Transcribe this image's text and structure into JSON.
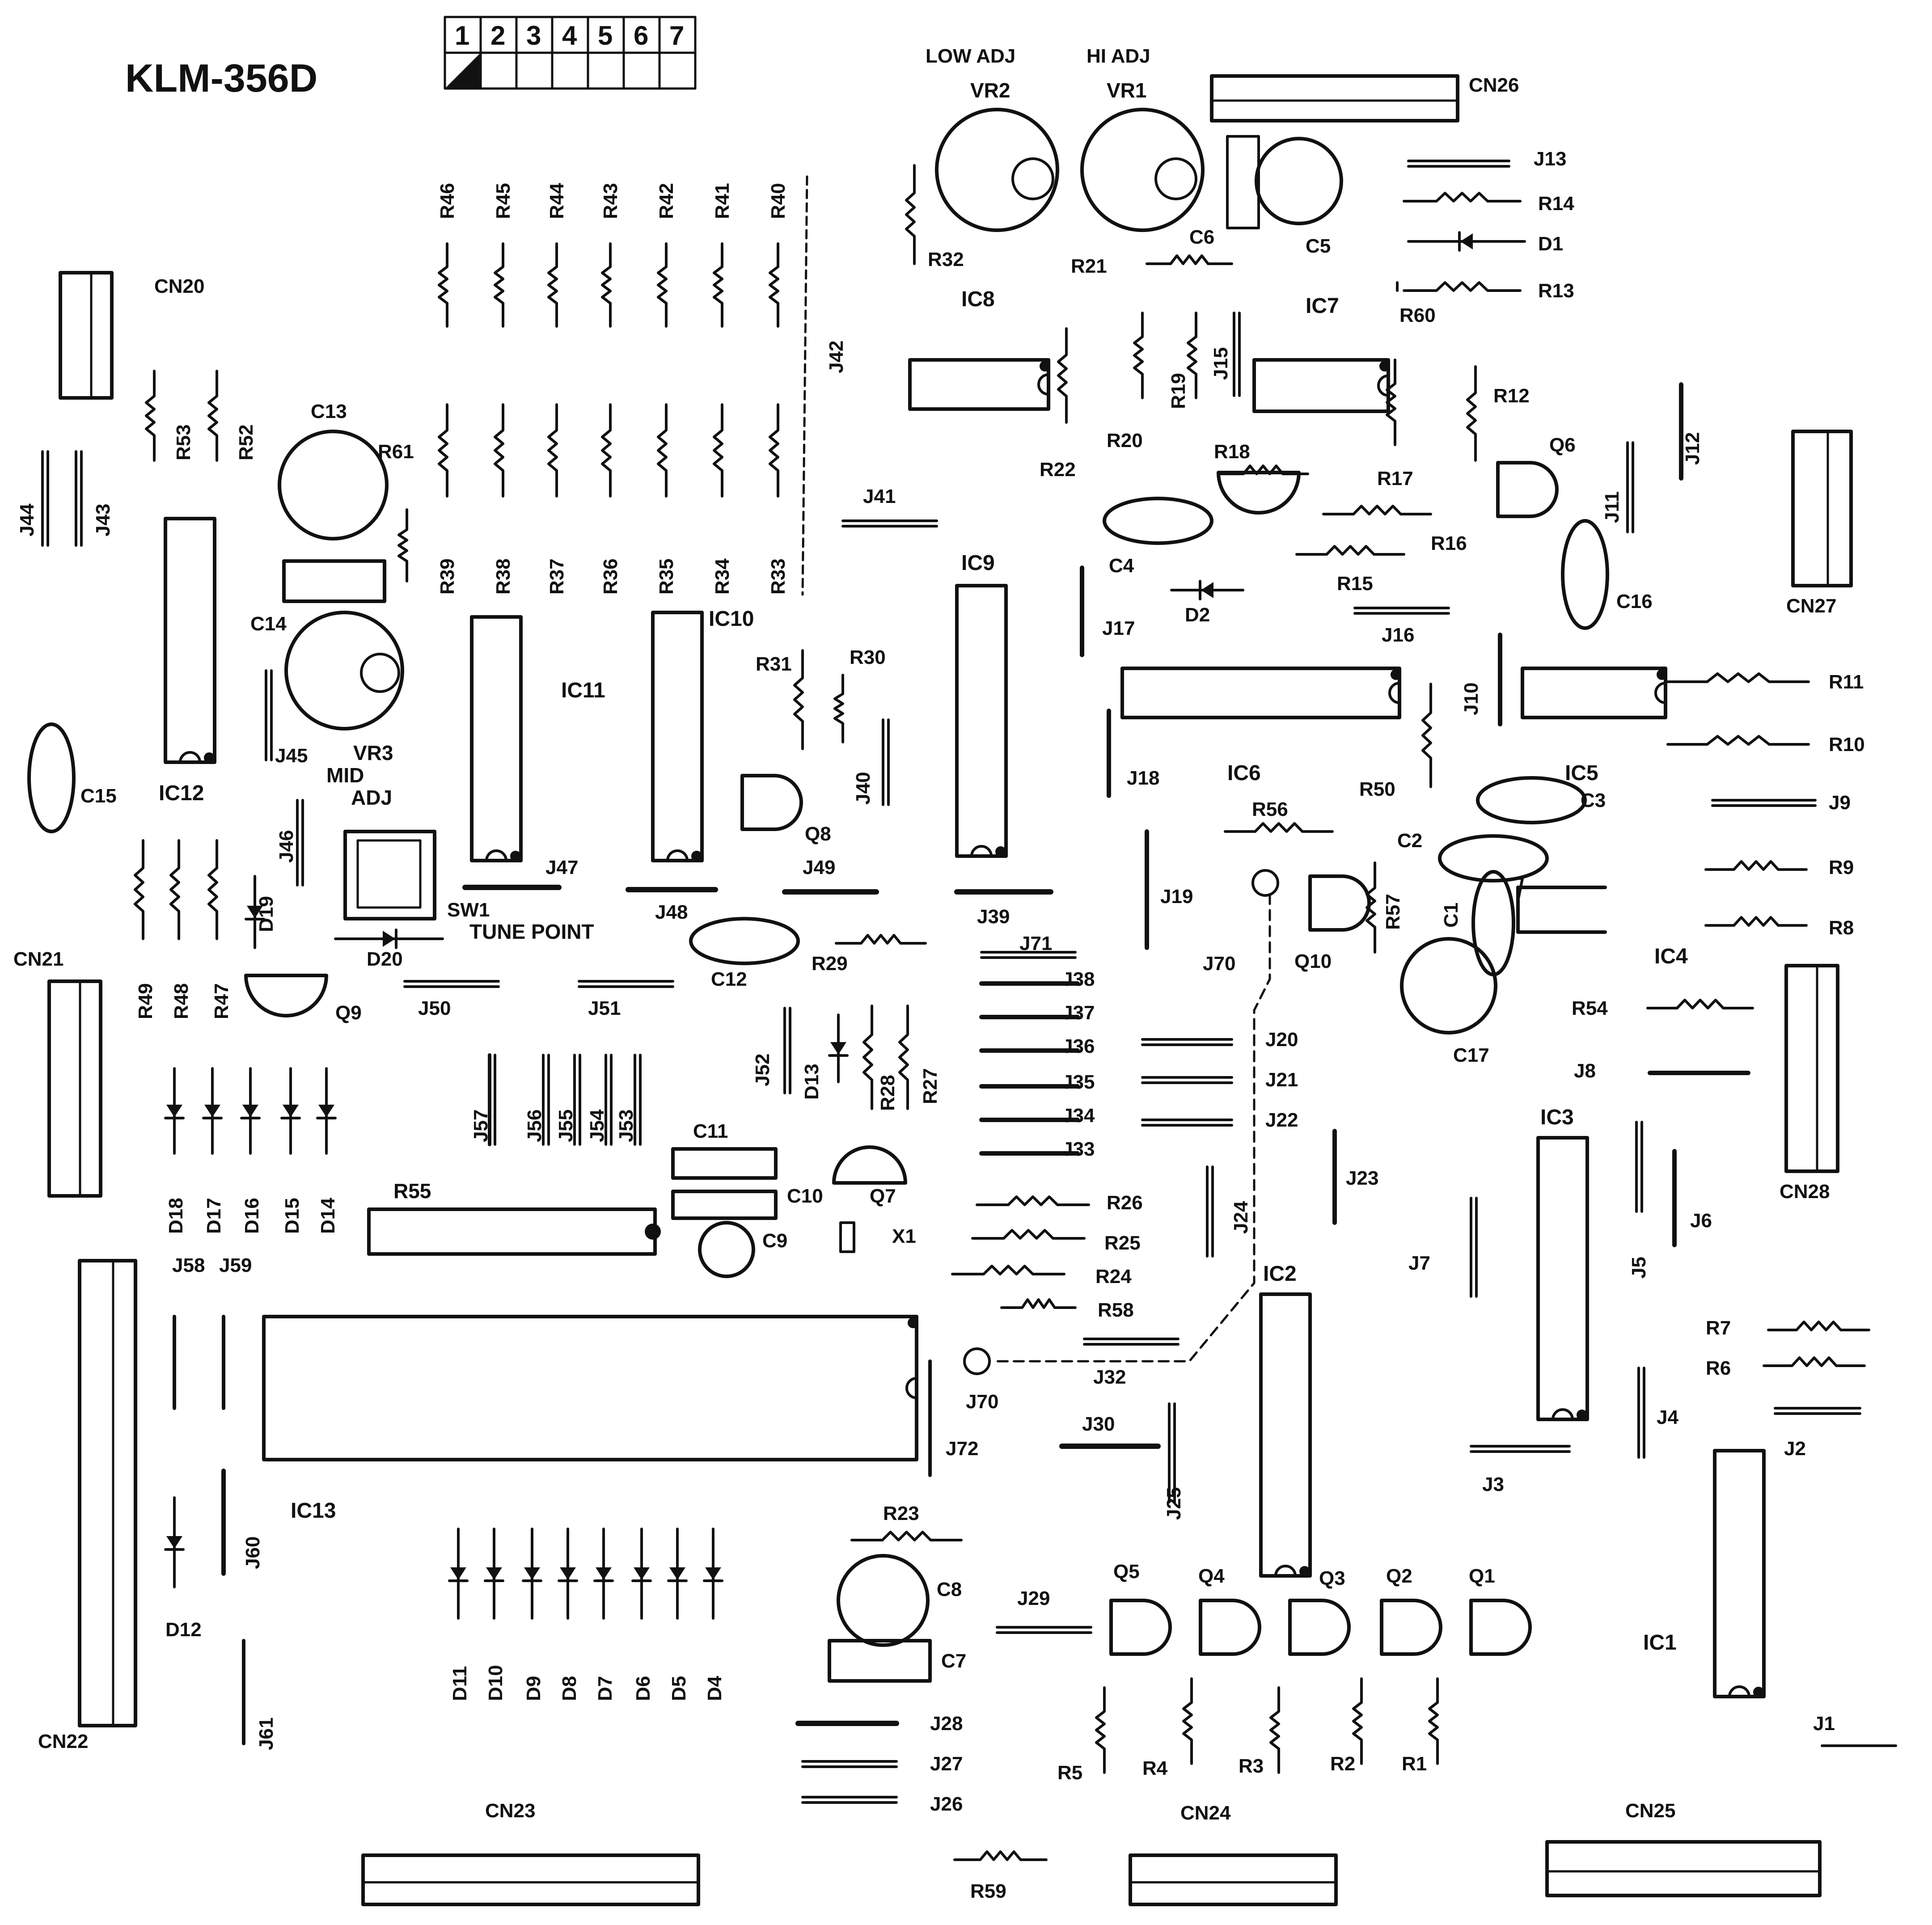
{
  "board": {
    "model": "KLM-356D",
    "revision_boxes": [
      "1",
      "2",
      "3",
      "4",
      "5",
      "6",
      "7"
    ],
    "notes": {
      "low_adj": "LOW ADJ",
      "hi_adj": "HI ADJ",
      "mid": "MID",
      "adj": "ADJ",
      "tune_point": "TUNE POINT"
    }
  },
  "components": {
    "R": [
      "R1",
      "R2",
      "R3",
      "R4",
      "R5",
      "R6",
      "R7",
      "R8",
      "R9",
      "R10",
      "R11",
      "R12",
      "R13",
      "R14",
      "R15",
      "R16",
      "R17",
      "R18",
      "R19",
      "R20",
      "R21",
      "R22",
      "R23",
      "R24",
      "R25",
      "R26",
      "R27",
      "R28",
      "R29",
      "R30",
      "R31",
      "R32",
      "R33",
      "R34",
      "R35",
      "R36",
      "R37",
      "R38",
      "R39",
      "R40",
      "R41",
      "R42",
      "R43",
      "R44",
      "R45",
      "R46",
      "R47",
      "R48",
      "R49",
      "R50",
      "R52",
      "R53",
      "R54",
      "R55",
      "R56",
      "R57",
      "R58",
      "R59",
      "R60",
      "R61"
    ],
    "C": [
      "C1",
      "C2",
      "C3",
      "C4",
      "C5",
      "C6",
      "C7",
      "C8",
      "C9",
      "C10",
      "C11",
      "C12",
      "C13",
      "C14",
      "C15",
      "C16",
      "C17"
    ],
    "D": [
      "D1",
      "D2",
      "D4",
      "D5",
      "D6",
      "D7",
      "D8",
      "D9",
      "D10",
      "D11",
      "D12",
      "D13",
      "D14",
      "D15",
      "D16",
      "D17",
      "D18",
      "D19",
      "D20"
    ],
    "Q": [
      "Q1",
      "Q2",
      "Q3",
      "Q4",
      "Q5",
      "Q6",
      "Q7",
      "Q8",
      "Q9",
      "Q10"
    ],
    "IC": [
      "IC1",
      "IC2",
      "IC3",
      "IC4",
      "IC5",
      "IC6",
      "IC7",
      "IC8",
      "IC9",
      "IC10",
      "IC11",
      "IC12",
      "IC13"
    ],
    "VR": [
      "VR1",
      "VR2",
      "VR3"
    ],
    "CN": [
      "CN20",
      "CN21",
      "CN22",
      "CN23",
      "CN24",
      "CN25",
      "CN26",
      "CN27",
      "CN28"
    ],
    "J": [
      "J1",
      "J2",
      "J3",
      "J4",
      "J5",
      "J6",
      "J7",
      "J8",
      "J9",
      "J10",
      "J11",
      "J12",
      "J13",
      "J15",
      "J16",
      "J17",
      "J18",
      "J19",
      "J20",
      "J21",
      "J22",
      "J23",
      "J24",
      "J25",
      "J26",
      "J27",
      "J28",
      "J29",
      "J30",
      "J32",
      "J33",
      "J34",
      "J35",
      "J36",
      "J37",
      "J38",
      "J39",
      "J40",
      "J41",
      "J42",
      "J43",
      "J44",
      "J45",
      "J46",
      "J47",
      "J48",
      "J49",
      "J50",
      "J51",
      "J52",
      "J53",
      "J54",
      "J55",
      "J56",
      "J57",
      "J58",
      "J59",
      "J60",
      "J61",
      "J70",
      "J70",
      "J71",
      "J72"
    ],
    "other": [
      "SW1",
      "X1"
    ]
  }
}
